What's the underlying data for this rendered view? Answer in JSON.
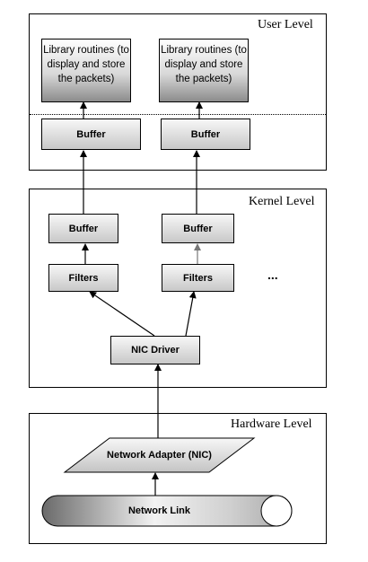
{
  "panels": {
    "user": {
      "title": "User Level"
    },
    "kernel": {
      "title": "Kernel Level"
    },
    "hardware": {
      "title": "Hardware Level"
    }
  },
  "user_level": {
    "library_left": "Library routines (to display and store the packets)",
    "library_right": "Library routines (to display and store the packets)",
    "buffer_left": "Buffer",
    "buffer_right": "Buffer"
  },
  "kernel_level": {
    "buffer_left": "Buffer",
    "buffer_right": "Buffer",
    "filters_left": "Filters",
    "filters_right": "Filters",
    "more": "...",
    "nic_driver": "NIC Driver"
  },
  "hardware_level": {
    "adapter": "Network Adapter (NIC)",
    "link": "Network Link"
  }
}
